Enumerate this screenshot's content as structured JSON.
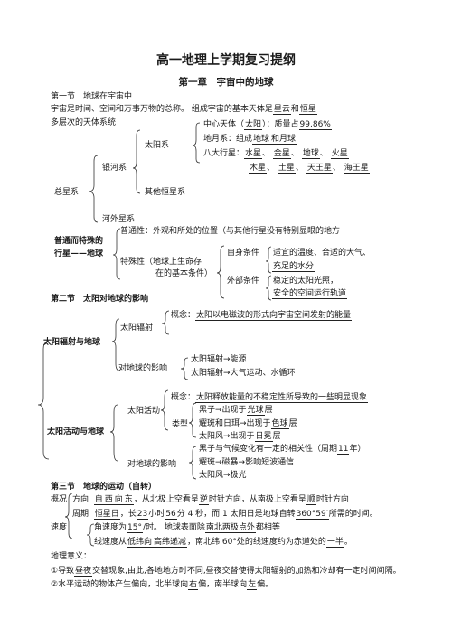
{
  "title": "高一地理上学期复习提纲",
  "chapter": "第一章　宇宙中的地球",
  "s1": {
    "heading": "第一节　地球在宇宙中",
    "intro": "宇宙是时间、空间和万事万物的总称。 组成宇宙的基本天体是",
    "intro_a1": "星云",
    "intro_and": "和",
    "intro_a2": "恒星",
    "levels_label": "多层次的天体系统",
    "center_pre": "中心天体（",
    "center_ans": "太阳",
    "center_mid": "）：质量占",
    "center_pct": "99.86%",
    "planet_pre": "地月系：组成",
    "planet_a1": "地球",
    "planet_a2": "和月球",
    "eight_pre": "八大行星：",
    "p1": "水星",
    "p2": "金星",
    "p3": "地球",
    "p4": "火星",
    "p5": "木星",
    "p6": "土星",
    "p7": "天王星",
    "p8": "海王星",
    "sep": "、",
    "solar_system": "太阳系",
    "galaxy": "银河系",
    "other_stars": "其他恒星系",
    "total": "总星系",
    "extragalactic": "河外星系",
    "special1": "普通而特殊的",
    "special2": "行星——地球",
    "common": "普通性：外观和所处的位置（与其他行星没有特别显眼的地方",
    "special_pre1": "特殊性（地球上生命存",
    "special_pre2": "在的基本条件）",
    "self_cond": "自身条件",
    "self_a": "适宜的温度、合适的大气、",
    "self_b": "充足的水分",
    "ext_cond": "外部条件",
    "ext_a": "稳定的太阳光照，",
    "ext_b": "安全的空间运行轨道"
  },
  "s2": {
    "heading": "第二节　太阳对地球的影响",
    "radiation_main": "太阳辐射与地球",
    "radiation": "太阳辐射",
    "concept_pre": "概念：",
    "concept_ans": "太阳以电磁波的形式向宇宙空间发射的能量",
    "effect_on_earth": "对地球的影响",
    "eff1": "太阳辐射→能源",
    "eff2": "太阳辐射→大气运动、水循环",
    "activity_main": "太阳活动与地球",
    "activity": "太阳活动",
    "act_concept_pre": "概念：",
    "act_concept_ans": "太阳释放能量的不稳定性所导致的一些明显现象",
    "types": "类型",
    "t1_pre": "黑子→出现于",
    "t1_ans": "光球",
    "t1_post": "层",
    "t2_pre": "耀斑和日珥→出现于",
    "t2_ans": "色球",
    "t2_post": "层",
    "t3_pre": "太阳风→出现于",
    "t3_ans": "日冕",
    "t3_post": "层",
    "effect2": "对地球的影响",
    "e1_pre": "黑子与气候变化有一定的相关性（周期",
    "e1_ans": "11",
    "e1_post": "年）",
    "e2": "耀斑→磁暴→影响短波通信",
    "e3": "太阳风→极光"
  },
  "s3": {
    "heading": "第三节　地球的运动（自转）",
    "overview": "概况",
    "dir_label": "方向",
    "dir_a1": "自",
    "dir_a2": "西",
    "dir_a3": "向",
    "dir_a4": "东",
    "dir_text1": "，从北极上空看呈",
    "dir_ans1": "逆",
    "dir_text2": "时针方向，从南极上空看呈",
    "dir_ans2": "顺",
    "dir_text3": "时针方向",
    "period_label": "周期",
    "period_ans1": "恒星日",
    "period_text1": "，长",
    "period_h": "23",
    "period_text2": "小时",
    "period_m": "56",
    "period_text3": "分 4 秒，而 1 太阳日是地球自转",
    "period_deg": "360°59′",
    "period_text4": "所需的时间。",
    "speed_label": "速度",
    "ang_pre": "角速度为",
    "ang_ans": "15°",
    "ang_text": "/时。 地球表面除",
    "ang_ans2": "南北两极点外",
    "ang_post": "都相等",
    "lin_pre": "线速度从",
    "lin_ans1": "低纬向",
    "lin_ans2": "高纬递减",
    "lin_text": "，南北纬 60°处的线速度约为赤道处的",
    "lin_ans3": "一半",
    "lin_post": "。",
    "meaning": "地理意义：",
    "m1_pre": "①导致",
    "m1_ans": "昼夜",
    "m1_post": "交替现象,由此,各地地方时不同,昼夜交替使得太阳辐射的加热和冷却有一定时间间隔。",
    "m2_pre": "②水平运动的物体产生偏向，北半球向",
    "m2_ans1": "右",
    "m2_mid": "偏，南半球向",
    "m2_ans2": "左",
    "m2_post": "偏。"
  }
}
